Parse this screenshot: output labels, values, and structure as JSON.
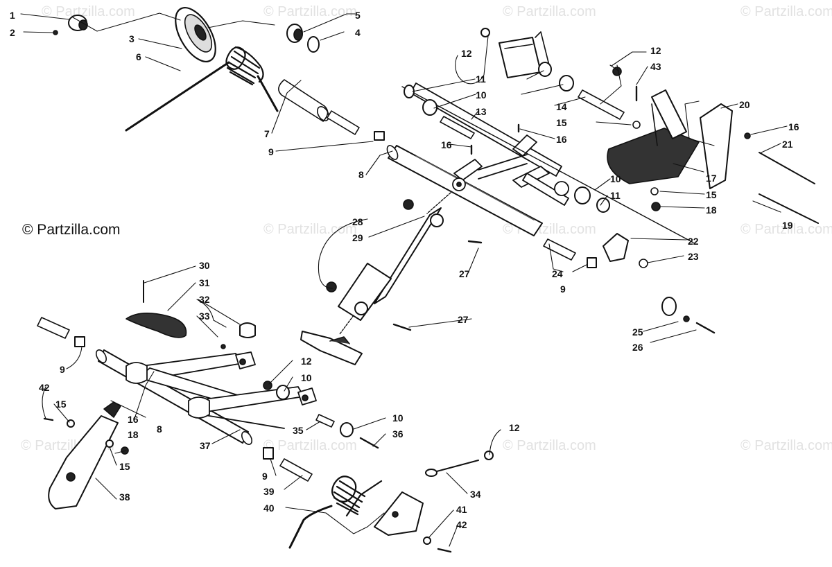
{
  "watermark_text": "© Partzilla.com",
  "credit_text": "© Partzilla.com",
  "callouts": {
    "c1": "1",
    "c2": "2",
    "c3": "3",
    "c4": "4",
    "c5": "5",
    "c6": "6",
    "c7": "7",
    "c8": "8",
    "c9": "9",
    "c10": "10",
    "c11": "11",
    "c12": "12",
    "c13": "13",
    "c14": "14",
    "c15": "15",
    "c16": "16",
    "c17": "17",
    "c18": "18",
    "c19": "19",
    "c20": "20",
    "c21": "21",
    "c22": "22",
    "c23": "23",
    "c24": "24",
    "c25": "25",
    "c26": "26",
    "c27": "27",
    "c28": "28",
    "c29": "29",
    "c30": "30",
    "c31": "31",
    "c32": "32",
    "c33": "33",
    "c34": "34",
    "c35": "35",
    "c36": "36",
    "c37": "37",
    "c38": "38",
    "c39": "39",
    "c40": "40",
    "c41": "41",
    "c42": "42",
    "c43": "43"
  }
}
